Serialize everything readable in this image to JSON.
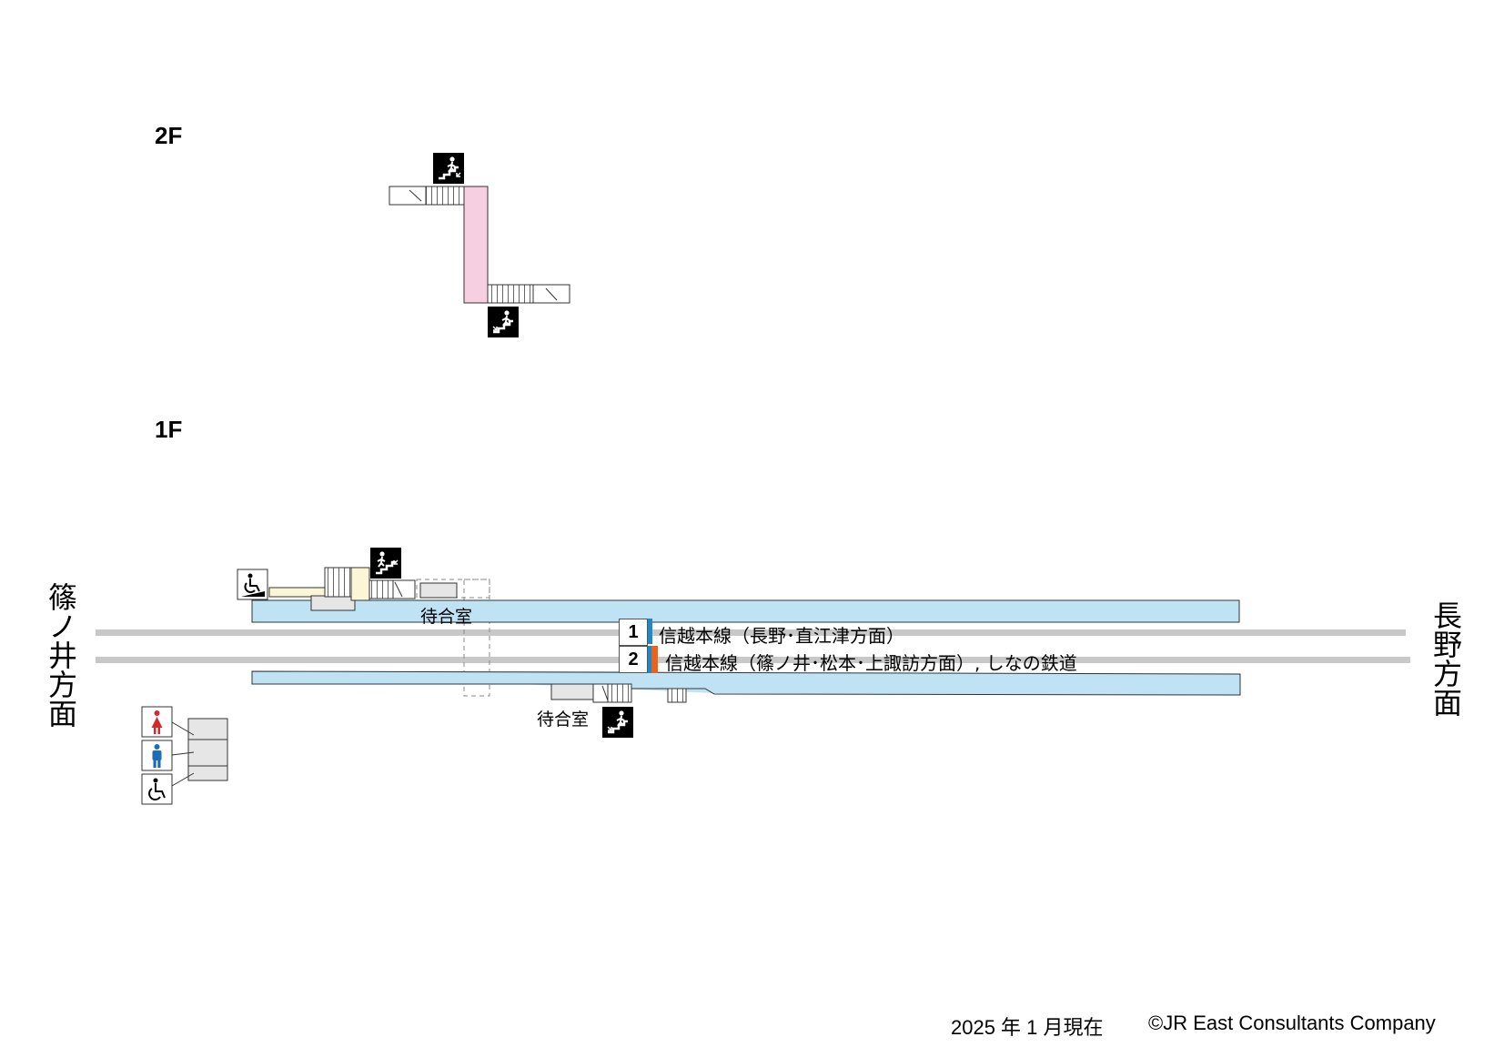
{
  "floors": {
    "upper": "2F",
    "lower": "1F"
  },
  "directions": {
    "left": "篠ノ井方面",
    "right": "長野方面"
  },
  "rooms": {
    "waiting_room_north": "待合室",
    "waiting_room_south": "待合室"
  },
  "tracks": [
    {
      "number": "1",
      "line": "信越本線（長野･直江津方面）",
      "colors": [
        "#1e88c8"
      ]
    },
    {
      "number": "2",
      "line": "信越本線（篠ノ井･松本･上諏訪方面）, しなの鉄道",
      "colors": [
        "#1e88c8",
        "#e8641e"
      ]
    }
  ],
  "icons": [
    "stairs-up-icon",
    "stairs-down-icon",
    "wheelchair-slope-icon",
    "womens-restroom-icon",
    "mens-restroom-icon",
    "accessible-restroom-icon"
  ],
  "colors": {
    "platform": "#bfe3f5",
    "corridor": "#f6cfe1",
    "ramp": "#fbf7d6",
    "track": "#c8c8c8",
    "building": "#e6e6e6",
    "womens": "#d7282f",
    "mens": "#1e6cb8"
  },
  "footer": {
    "date": "2025 年 1 月現在",
    "copyright": "©JR East Consultants Company"
  }
}
